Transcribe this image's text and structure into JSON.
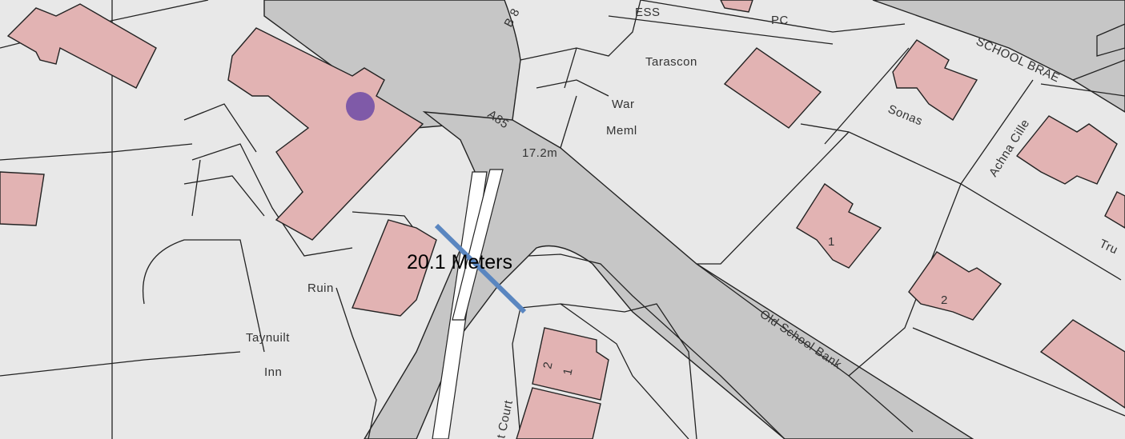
{
  "colors": {
    "land": "#e8e8e8",
    "road": "#c6c6c6",
    "building": "#e2b3b3",
    "lines": "#222222",
    "measure": "#5a86c0",
    "marker": "#7f5aa8"
  },
  "labels": {
    "b_road": "B 8",
    "ess": "ESS",
    "pc": "PC",
    "tarascon": "Tarascon",
    "war": "War",
    "meml": "Meml",
    "a85": "A85",
    "spot_height": "17.2m",
    "school_brae": "SCHOOL BRAE",
    "sonas": "Sonas",
    "achna_cille": "Achna Cille",
    "tru": "Tru",
    "house_1": "1",
    "house_2": "2",
    "ruin": "Ruin",
    "taynuilt": "Taynuilt",
    "inn": "Inn",
    "old_school_bank": "Old School Bank",
    "court": "t Court",
    "terrace_2": "2",
    "terrace_1": "1"
  },
  "measurement": {
    "label": "20.1 Meters"
  },
  "icons": {
    "location_marker": "location-marker-icon"
  }
}
